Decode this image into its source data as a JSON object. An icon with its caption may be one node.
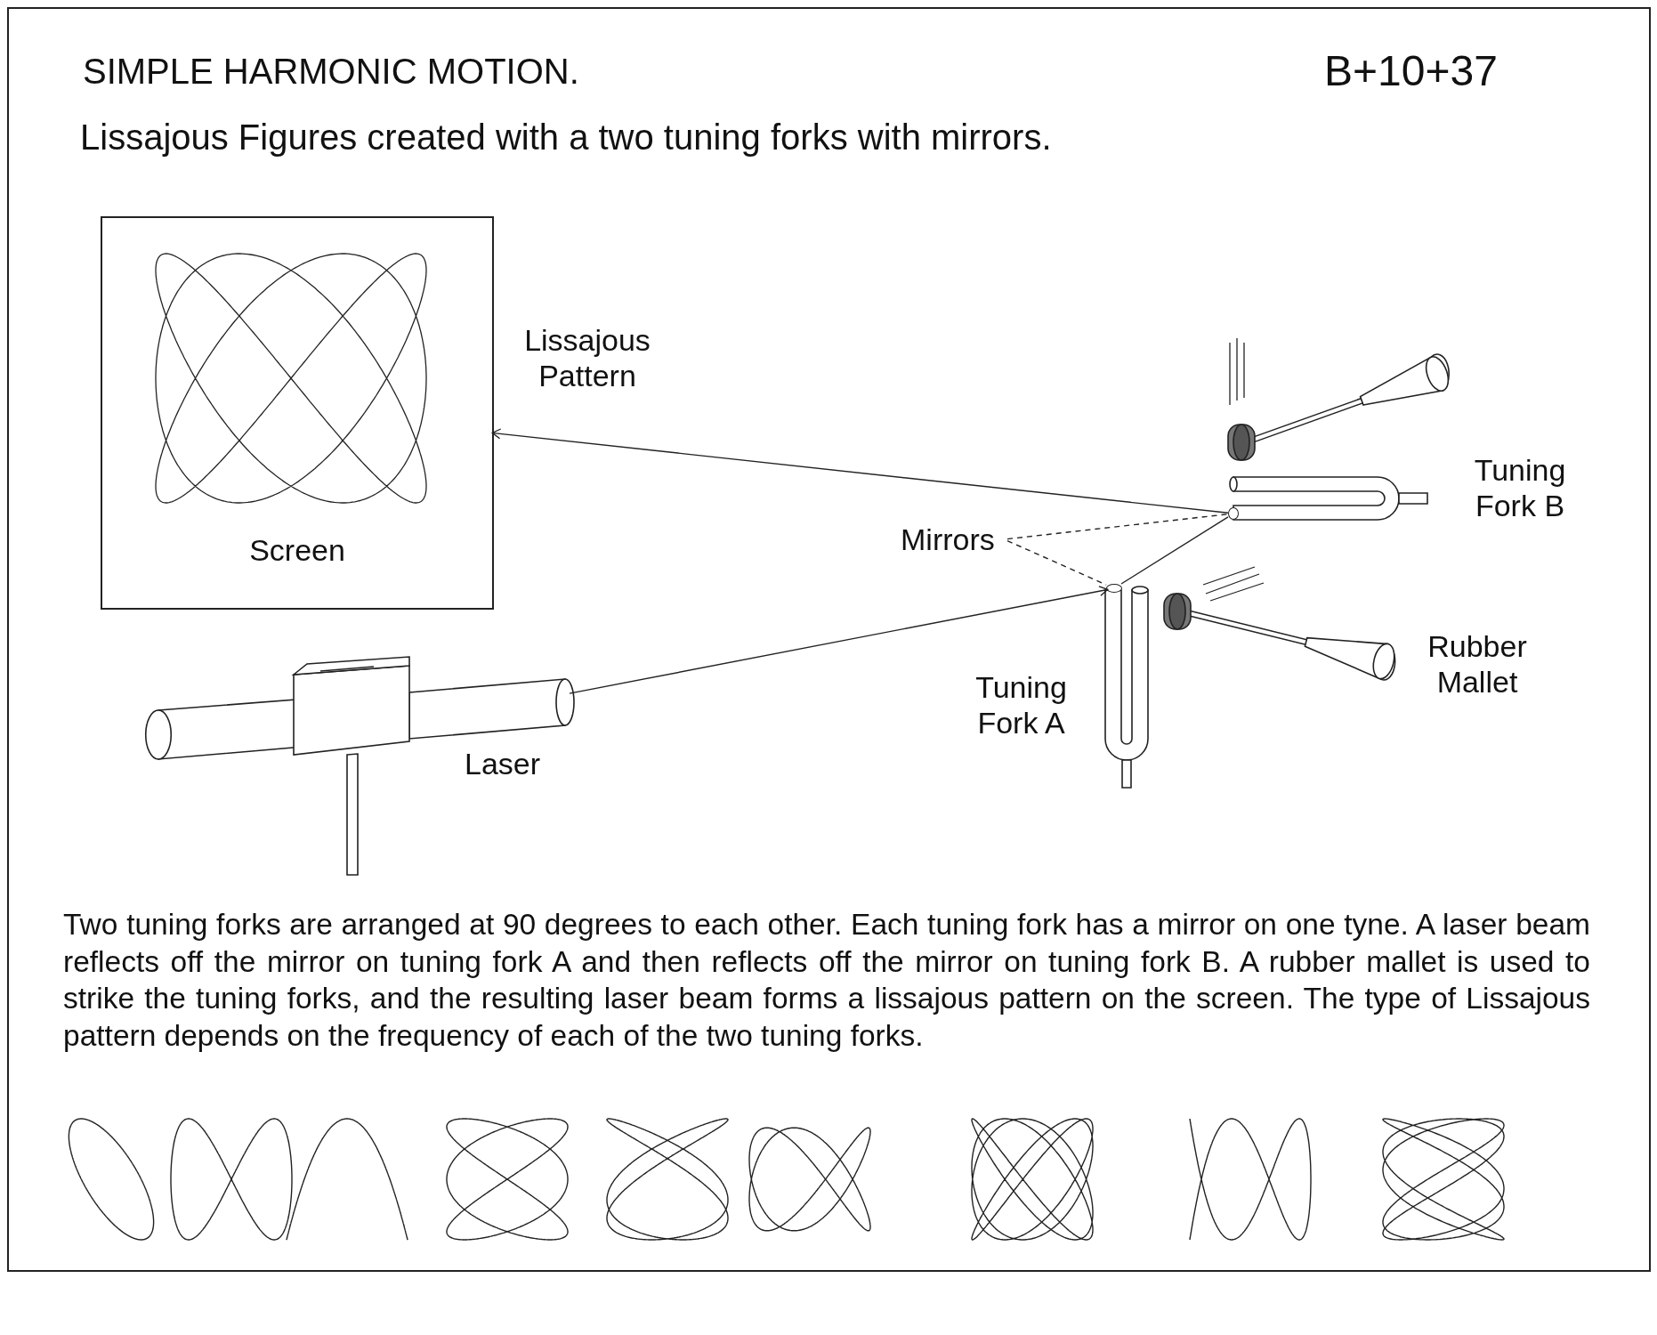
{
  "diagram": {
    "title": "SIMPLE HARMONIC MOTION.",
    "nodes": [
      {
        "text": [
          "Screen"
        ],
        "beside": [
          "Lissajous Pattern"
        ]
      },
      {
        "text": [
          "Laser"
        ]
      },
      {
        "text": [],
        "shape": "picture",
        "beside": [
          "Tuning Fork A"
        ]
      },
      {
        "text": [],
        "shape": "circle",
        "in": 2
      },
      {
        "text": [],
        "shape": "picture",
        "beside": [
          "Tuning Fork B"
        ]
      },
      {
        "text": [],
        "shape": "circle",
        "in": 4
      },
      {
        "text": [
          "Mirrors"
        ]
      }
    ],
    "edges": [
      {
        "from": 1,
        "to": 3,
        "arrow": "to"
      },
      {
        "from": 3,
        "to": 5,
        "arrow": "none"
      },
      {
        "from": 5,
        "to": 0,
        "arrow": "to"
      },
      {
        "from": 6,
        "to": 5,
        "arrow": "none",
        "style": "dashed"
      },
      {
        "from": 6,
        "to": 3,
        "arrow": "none",
        "style": "dashed"
      }
    ],
    "labels": [
      "B+10+37",
      "Lissajous Figures created with a two tuning forks with mirrors.",
      "Rubber Mallet",
      "Two tuning forks are arranged at 90 degrees to each other. Each tuning fork has a mirror on one tyne. A laser beam reflects off the mirror on tuning fork A and then reflects off the mirror on tuning fork B. A rubber mallet is used to strike the tuning forks, and the resulting laser beam forms a lissajous pattern on the screen. The type of Lissajous pattern depends on the frequency of each of the two tuning forks."
    ]
  }
}
